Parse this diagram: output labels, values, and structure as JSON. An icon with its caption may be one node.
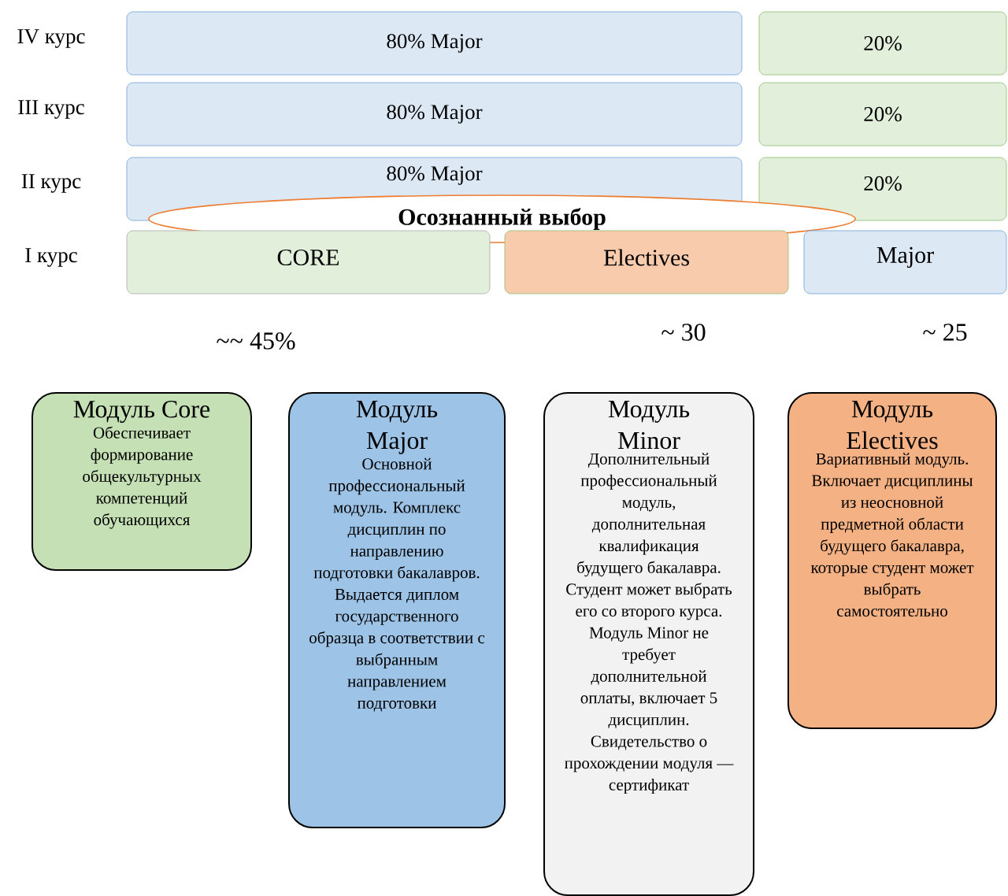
{
  "diagram": {
    "nodes": [
      {
        "text": [
          "80% Major"
        ]
      },
      {
        "text": [
          "20%"
        ]
      },
      {
        "text": [
          "80% Major"
        ]
      },
      {
        "text": [
          "20%"
        ]
      },
      {
        "text": [
          "80% Major"
        ]
      },
      {
        "text": [
          "20%"
        ]
      },
      {
        "text": [
          "Осознанный выбор"
        ]
      },
      {
        "text": [
          "CORE"
        ]
      },
      {
        "text": [
          "Electives"
        ]
      },
      {
        "text": [
          "Major"
        ]
      },
      {
        "text": [
          "Модуль Core",
          "Обеспечивает формирование общекультурных компетенций обучающихся"
        ]
      },
      {
        "text": [
          "Модуль Major",
          "Основной профессиональный модуль. Комплекс дисциплин по направлению подготовки бакалавров. Выдается диплом государственного образца в соответствии с выбранным направлением подготовки"
        ]
      },
      {
        "text": [
          "Модуль Minor",
          "Дополнительный профессиональный модуль, дополнительная квалификация будущего бакалавра. Студент может выбрать его со второго курса. Модуль Minor не требует дополнительной оплаты, включает 5 дисциплин. Свидетельство о прохождении модуля — сертификат"
        ]
      },
      {
        "text": [
          "Модуль Electives",
          "Вариативный модуль. Включает дисциплины из неосновной предметной области будущего бакалавра, которые студент может выбрать самостоятельно"
        ]
      }
    ],
    "labels": [
      "IV курс",
      "III курс",
      "II курс",
      "I курс",
      "~~ 45%",
      "~ 30",
      "~ 25"
    ]
  }
}
